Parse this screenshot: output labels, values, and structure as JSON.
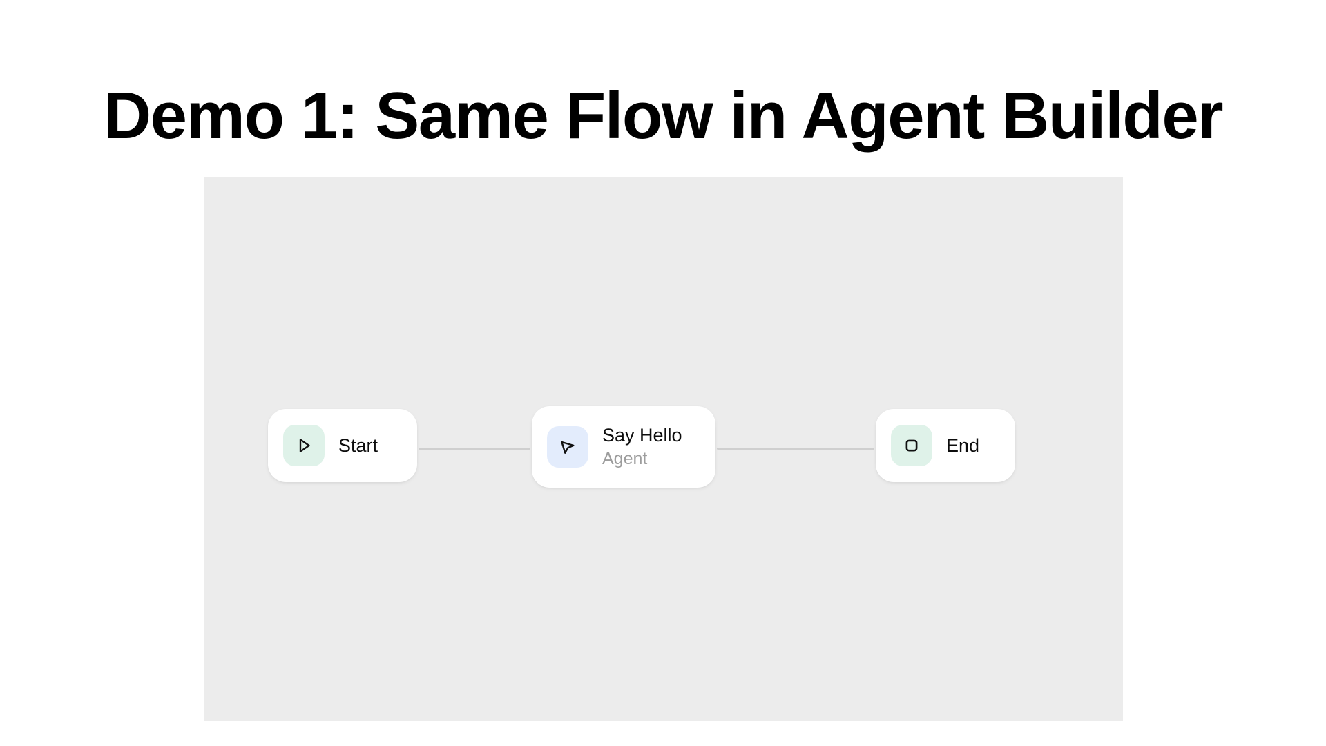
{
  "slide": {
    "title": "Demo 1: Same Flow in Agent Builder",
    "background_color": "#ffffff"
  },
  "canvas": {
    "name": "agent-builder-canvas",
    "background_color": "#ececec"
  },
  "flow": {
    "nodes": [
      {
        "id": "start",
        "title": "Start",
        "subtitle": "",
        "icon": "play-triangle-icon",
        "icon_tile_color": "#dff2e9",
        "card_color": "#ffffff"
      },
      {
        "id": "say-hello",
        "title": "Say Hello",
        "subtitle": "Agent",
        "icon": "cursor-arrow-icon",
        "icon_tile_color": "#e3ecfc",
        "card_color": "#ffffff"
      },
      {
        "id": "end",
        "title": "End",
        "subtitle": "",
        "icon": "stop-square-icon",
        "icon_tile_color": "#dff2e9",
        "card_color": "#ffffff"
      }
    ],
    "edges": [
      {
        "id": "edge-start-to-say-hello",
        "from": "start",
        "to": "say-hello",
        "color": "#cfcfcf"
      },
      {
        "id": "edge-say-hello-to-end",
        "from": "say-hello",
        "to": "end",
        "color": "#cfcfcf"
      }
    ]
  }
}
